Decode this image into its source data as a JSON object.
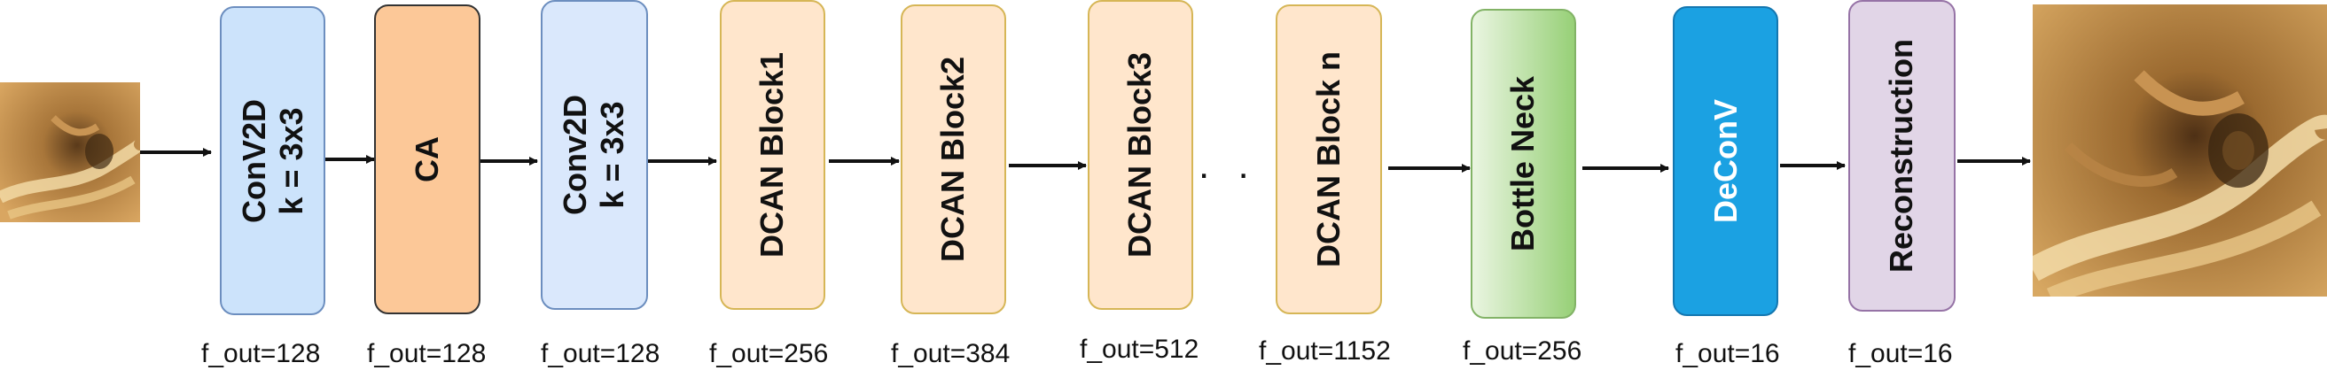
{
  "blocks": [
    {
      "line1": "ConV2D",
      "line2": "k = 3x3",
      "fout": "f_out=128",
      "fill": "#cce3fb",
      "stroke": "#6c8ebf",
      "color": "#111111"
    },
    {
      "line1": "CA",
      "line2": "",
      "fout": "f_out=128",
      "fill": "#fcc898",
      "stroke": "#333333",
      "color": "#111111"
    },
    {
      "line1": "Conv2D",
      "line2": "k = 3x3",
      "fout": "f_out=128",
      "fill": "#dae8fc",
      "stroke": "#6c8ebf",
      "color": "#111111"
    },
    {
      "line1": "DCAN Block1",
      "line2": "",
      "fout": "f_out=256",
      "fill": "#ffe6cc",
      "stroke": "#d6b656",
      "color": "#111111"
    },
    {
      "line1": "DCAN Block2",
      "line2": "",
      "fout": "f_out=384",
      "fill": "#ffe6cc",
      "stroke": "#d6b656",
      "color": "#111111"
    },
    {
      "line1": "DCAN Block3",
      "line2": "",
      "fout": "f_out=512",
      "fill": "#ffe6cc",
      "stroke": "#d6b656",
      "color": "#111111"
    },
    {
      "line1": "DCAN Block n",
      "line2": "",
      "fout": "f_out=1152",
      "fill": "#ffe6cc",
      "stroke": "#d6b656",
      "color": "#111111"
    },
    {
      "line1": "Bottle Neck",
      "line2": "",
      "fout": "f_out=256",
      "fill": "#c5e0b4",
      "stroke": "#82b366",
      "color": "#111111"
    },
    {
      "line1": "DeConV",
      "line2": "",
      "fout": "f_out=16",
      "fill": "#1ba1e2",
      "stroke": "#1477b0",
      "color": "#ffffff"
    },
    {
      "line1": "Reconstruction",
      "line2": "",
      "fout": "f_out=16",
      "fill": "#e1d5e7",
      "stroke": "#9673a6",
      "color": "#111111"
    }
  ],
  "ellipsis": ". . . .",
  "input_image": "endoscopy-input-thumbnail",
  "output_image": "endoscopy-output-reconstruction"
}
